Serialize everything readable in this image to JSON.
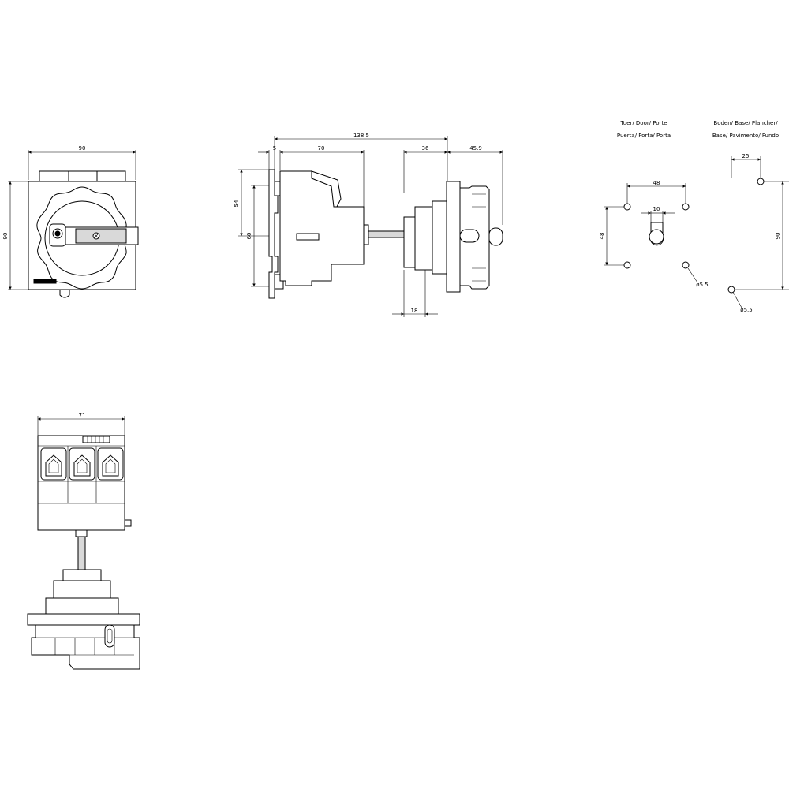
{
  "front_view": {
    "width_dim": "90",
    "height_dim": "90"
  },
  "side_view": {
    "overall_dim": "138.5",
    "dim_5": "5",
    "dim_70": "70",
    "dim_36": "36",
    "dim_45_9": "45.9",
    "dim_54": "54",
    "dim_60": "60",
    "dim_18": "18"
  },
  "door_cutout": {
    "title_line1": "Tuer/ Door/ Porte",
    "title_line2": "Puerta/ Porta/ Porta",
    "dim_48_h": "48",
    "dim_10": "10",
    "dim_48_v": "48",
    "hole_dia": "ø5.5"
  },
  "base_cutout": {
    "title_line1": "Boden/ Base/ Plancher/",
    "title_line2": "Base/ Pavimento/ Fundo",
    "dim_25": "25",
    "dim_90": "90",
    "hole_dia": "ø5.5"
  },
  "top_view": {
    "width_dim": "71"
  }
}
